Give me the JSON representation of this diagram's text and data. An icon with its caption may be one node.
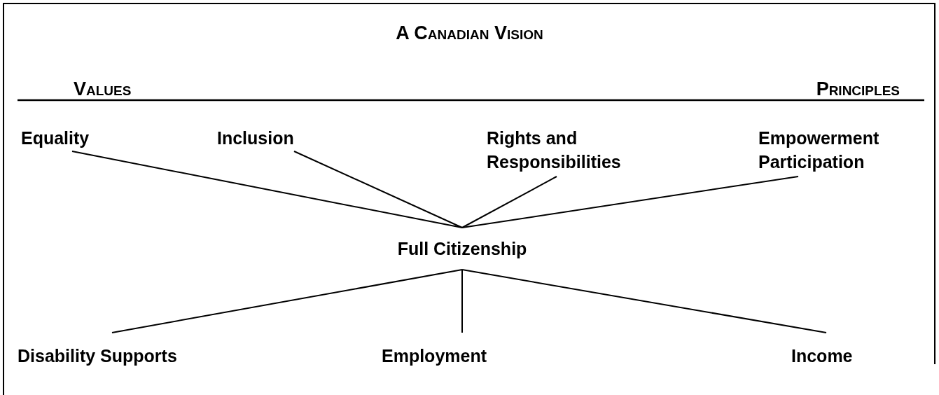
{
  "diagram": {
    "title": "A Canadian Vision",
    "nodes": [
      {
        "text": [
          "Equality"
        ]
      },
      {
        "text": [
          "Inclusion"
        ]
      },
      {
        "text": [
          "Rights and Responsibilities"
        ]
      },
      {
        "text": [
          "Empowerment Participation"
        ]
      },
      {
        "text": [
          "Full Citizenship"
        ]
      },
      {
        "text": [
          "Disability Supports"
        ]
      },
      {
        "text": [
          "Employment"
        ]
      },
      {
        "text": [
          "Income"
        ]
      }
    ],
    "edges": [
      {
        "from": 0,
        "to": 4,
        "arrow": "none"
      },
      {
        "from": 1,
        "to": 4,
        "arrow": "none"
      },
      {
        "from": 2,
        "to": 4,
        "arrow": "none"
      },
      {
        "from": 3,
        "to": 4,
        "arrow": "none"
      },
      {
        "from": 4,
        "to": 5,
        "arrow": "none"
      },
      {
        "from": 4,
        "to": 6,
        "arrow": "none"
      },
      {
        "from": 4,
        "to": 7,
        "arrow": "none"
      }
    ],
    "labels": [
      "Values",
      "Principles"
    ]
  }
}
